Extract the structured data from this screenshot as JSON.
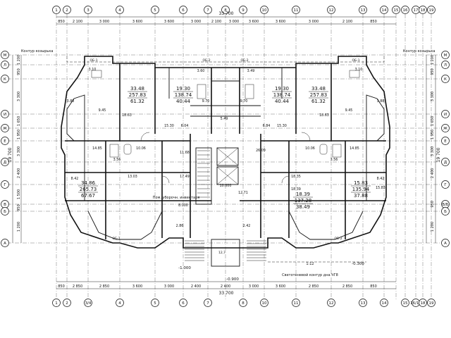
{
  "axes_top_labels": [
    "1",
    "2",
    "3",
    "4",
    "5",
    "6",
    "7",
    "8",
    "9",
    "10",
    "11",
    "12",
    "13",
    "14",
    "15",
    "16",
    "17",
    "18",
    "19"
  ],
  "axes_bottom_labels": [
    "1",
    "2",
    "3/4",
    "4",
    "5",
    "6",
    "7",
    "8",
    "10",
    "11",
    "12",
    "13",
    "14",
    "15",
    "16/18",
    "18",
    "19"
  ],
  "axes_left_labels": [
    "М",
    "Л",
    "К",
    "И",
    "Ж",
    "Е",
    "Д",
    "Г",
    "В",
    "Б",
    "А"
  ],
  "axes_right_labels": [
    "М",
    "Л",
    "К",
    "И",
    "Ж",
    "Е",
    "Д",
    "Г",
    "В/Б",
    "Б",
    "А"
  ],
  "dims_top": [
    "850",
    "2 100",
    "3 000",
    "3 600",
    "3 600",
    "3 000",
    "2 100",
    "3 000",
    "3 600",
    "3 600",
    "3 000",
    "2 100",
    "850"
  ],
  "dims_bottom": [
    "850",
    "2 850",
    "2 850",
    "3 600",
    "3 000",
    "2 400",
    "2 400",
    "3 000",
    "3 600",
    "2 850",
    "2 850",
    "850"
  ],
  "total_width": "33 700",
  "dims_left": [
    "1 200",
    "950",
    "3 300",
    "1 650",
    "1 950",
    "3 300",
    "2 400",
    "1 500",
    "950",
    "1 200"
  ],
  "dims_right": [
    "1 200",
    "950",
    "3 300",
    "1 650",
    "1 950",
    "3 300",
    "2 400",
    "950",
    "1 200"
  ],
  "total_height": "19 700",
  "contour_label": "Контур козырька",
  "contour_label_bottom": "Светотеневой контур дна ЧГ8",
  "level_marks": [
    "-1.000",
    "-0.900",
    "-0.300"
  ],
  "apartments": [
    {
      "id": "apt-top-left",
      "area": "33.48",
      "total": "257.83",
      "living": "61.32"
    },
    {
      "id": "apt-top-ml",
      "area": "19.30",
      "total": "138.74",
      "living": "40.44"
    },
    {
      "id": "apt-top-mr",
      "area": "19.30",
      "total": "138.74",
      "living": "40.44"
    },
    {
      "id": "apt-top-right",
      "area": "33.48",
      "total": "257.83",
      "living": "61.32"
    },
    {
      "id": "apt-bottom-left",
      "area": "34.86",
      "total": "265.73",
      "living": "67.67"
    },
    {
      "id": "apt-bottom-mr",
      "area": "18.39",
      "total": "137.28",
      "living": "38.49"
    },
    {
      "id": "apt-bottom-right",
      "area": "15.83",
      "total": "135.94",
      "living": "37.88"
    }
  ],
  "room_areas": [
    "18.63",
    "9.45",
    "15.30",
    "6.04",
    "9.70",
    "9.70",
    "6.84",
    "15.30",
    "9.45",
    "18.63",
    "14.85",
    "10.06",
    "26.09",
    "10.06",
    "14.85",
    "8.42",
    "13.03",
    "11.68",
    "17.49",
    "18.35",
    "18.39",
    "8.42",
    "15.83",
    "3.88",
    "3.88",
    "3.10",
    "3.10",
    "3.60",
    "3.49",
    "5.49",
    "2.86",
    "2.42",
    "12.71",
    "10.000",
    "8.000",
    "3.56",
    "3.56"
  ],
  "small_marks": [
    "ОБ-1",
    "ОБ-1",
    "ОБ-2",
    "ОБ-2",
    "ОБ-1",
    "ОБ-2"
  ],
  "stair_label": "Пом. уборочн. инвентаря",
  "note_elev": "12,7",
  "scale_mark": "1:12"
}
